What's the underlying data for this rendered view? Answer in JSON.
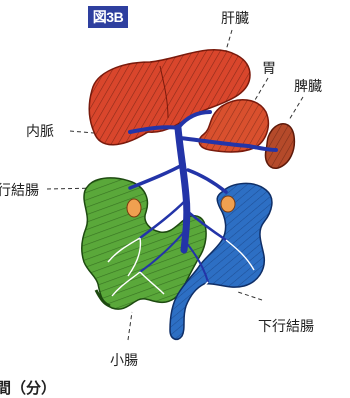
{
  "figure": {
    "badge": "図3B"
  },
  "labels": {
    "liver": "肝臓",
    "stomach": "胃",
    "spleen": "脾臓",
    "inner_vein": "内脈",
    "ascending_colon": "行結腸",
    "descending_colon": "下行結腸",
    "small_intestine": "小腸"
  },
  "footer": {
    "text": "間（分）"
  },
  "colors": {
    "liver": "#d9462c",
    "stomach": "#d9502e",
    "spleen": "#b54a2a",
    "vein": "#2334a8",
    "small_intestine": "#5aa83a",
    "descending_colon": "#2d6fc4",
    "badge": "#2e3f9f"
  }
}
